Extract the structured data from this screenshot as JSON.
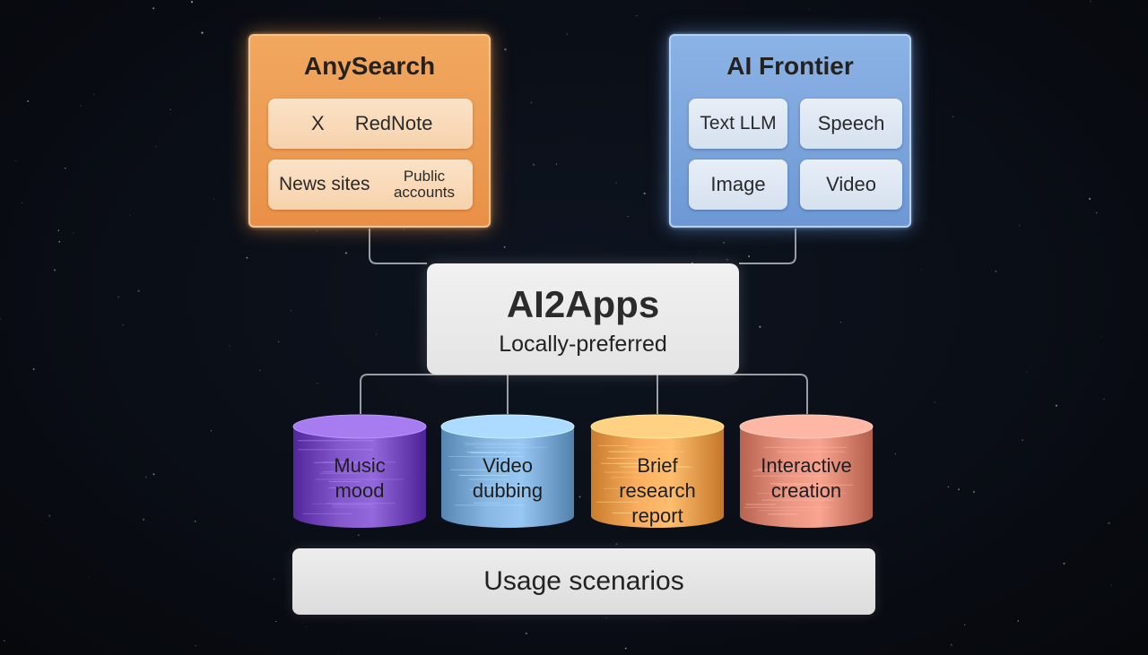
{
  "sources": {
    "anysearch": {
      "title": "AnySearch",
      "items": [
        "X",
        "RedNote",
        "News sites",
        "Public accounts"
      ],
      "color": "#ee9c52"
    },
    "frontier": {
      "title": "AI Frontier",
      "items": [
        "Text LLM",
        "Speech",
        "Image",
        "Video"
      ],
      "color": "#7ea6dd"
    }
  },
  "hub": {
    "title": "AI2Apps",
    "subtitle": "Locally-preferred"
  },
  "apps": [
    {
      "label": "Music mood",
      "color": "#7b4fc4"
    },
    {
      "label": "Video dubbing",
      "color": "#7faedb"
    },
    {
      "label": "Brief research report",
      "color": "#f0a455"
    },
    {
      "label": "Interactive creation",
      "color": "#e08a78"
    }
  ],
  "footer": {
    "label": "Usage scenarios"
  }
}
